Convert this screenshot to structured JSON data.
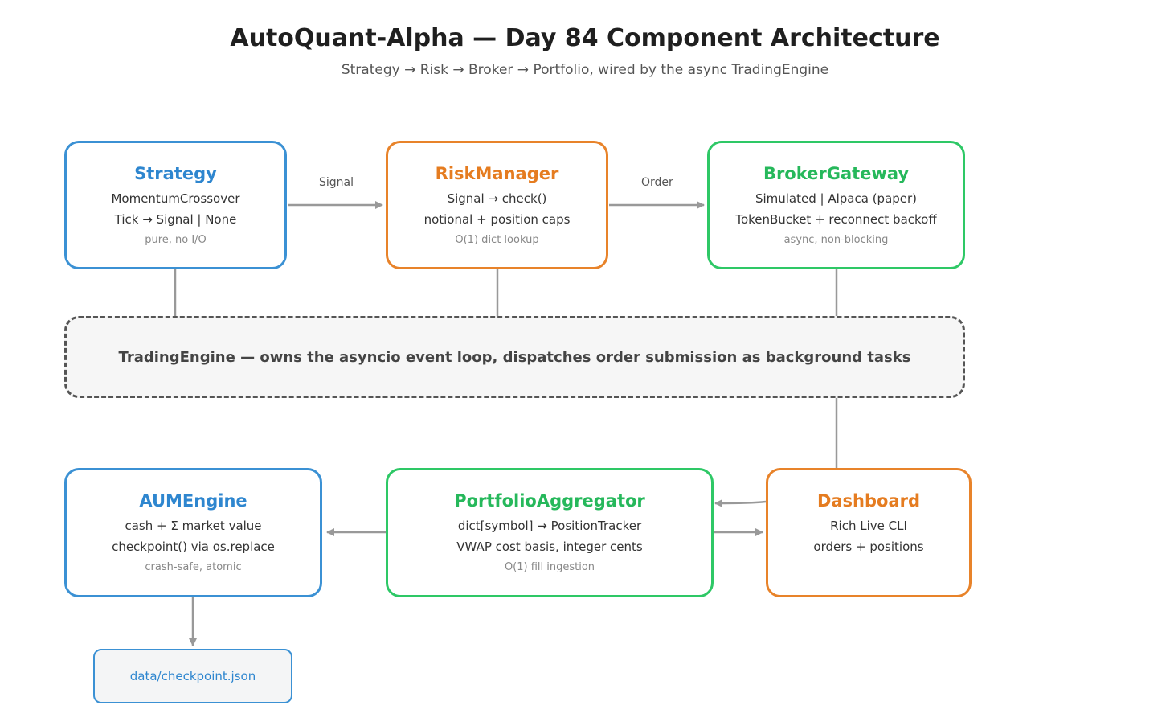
{
  "header": {
    "title": "AutoQuant-Alpha — Day 84 Component Architecture",
    "subtitle": "Strategy → Risk → Broker → Portfolio, wired by the async TradingEngine"
  },
  "nodes": {
    "strategy": {
      "name": "Strategy",
      "line1": "MomentumCrossover",
      "line2": "Tick → Signal | None",
      "note": "pure, no I/O",
      "color": "#2e86cf"
    },
    "risk_manager": {
      "name": "RiskManager",
      "line1": "Signal → check()",
      "line2": "notional + position caps",
      "note": "O(1) dict lookup",
      "color": "#e57c20"
    },
    "broker_gateway": {
      "name": "BrokerGateway",
      "line1": "Simulated | Alpaca (paper)",
      "line2": "TokenBucket + reconnect backoff",
      "note": "async, non-blocking",
      "color": "#26b85b"
    },
    "aum_engine": {
      "name": "AUMEngine",
      "line1": "cash + Σ market value",
      "line2": "checkpoint() via os.replace",
      "note": "crash-safe, atomic",
      "color": "#2e86cf"
    },
    "portfolio_aggregator": {
      "name": "PortfolioAggregator",
      "line1": "dict[symbol] → PositionTracker",
      "line2": "VWAP cost basis, integer cents",
      "note": "O(1) fill ingestion",
      "color": "#26b85b"
    },
    "dashboard": {
      "name": "Dashboard",
      "line1": "Rich Live CLI",
      "line2": "orders + positions",
      "color": "#e57c20"
    }
  },
  "engine": {
    "label": "TradingEngine — owns the asyncio event loop, dispatches order submission as background tasks"
  },
  "file": {
    "label": "data/checkpoint.json"
  },
  "edges": {
    "signal": "Signal",
    "order": "Order"
  }
}
